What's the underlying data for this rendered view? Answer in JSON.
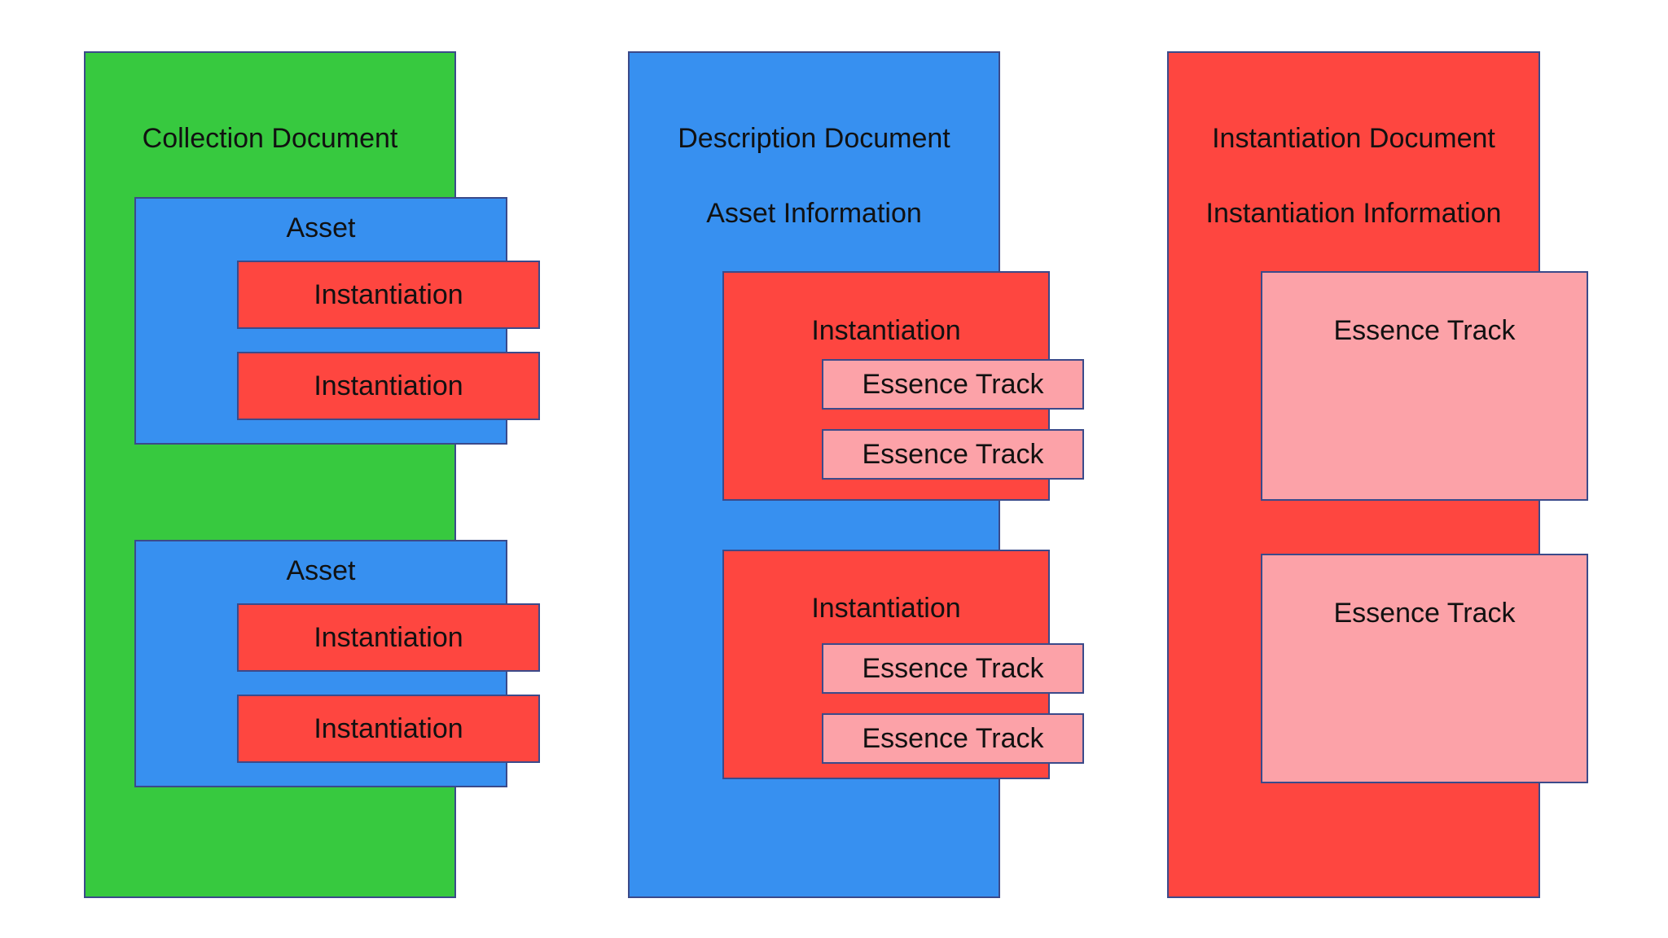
{
  "collection": {
    "title": "Collection Document",
    "assets": [
      {
        "label": "Asset",
        "instantiations": [
          "Instantiation",
          "Instantiation"
        ]
      },
      {
        "label": "Asset",
        "instantiations": [
          "Instantiation",
          "Instantiation"
        ]
      }
    ]
  },
  "description": {
    "title": "Description Document",
    "subtitle": "Asset Information",
    "instantiations": [
      {
        "label": "Instantiation",
        "tracks": [
          "Essence Track",
          "Essence Track"
        ]
      },
      {
        "label": "Instantiation",
        "tracks": [
          "Essence Track",
          "Essence Track"
        ]
      }
    ]
  },
  "instantiation": {
    "title": "Instantiation Document",
    "subtitle": "Instantiation Information",
    "tracks": [
      "Essence Track",
      "Essence Track"
    ]
  },
  "colors": {
    "collection": "#37c93f",
    "asset": "#3790f0",
    "instantiation": "#fe4640",
    "essence_track": "#fca2a8",
    "border": "#3b4a8a"
  }
}
